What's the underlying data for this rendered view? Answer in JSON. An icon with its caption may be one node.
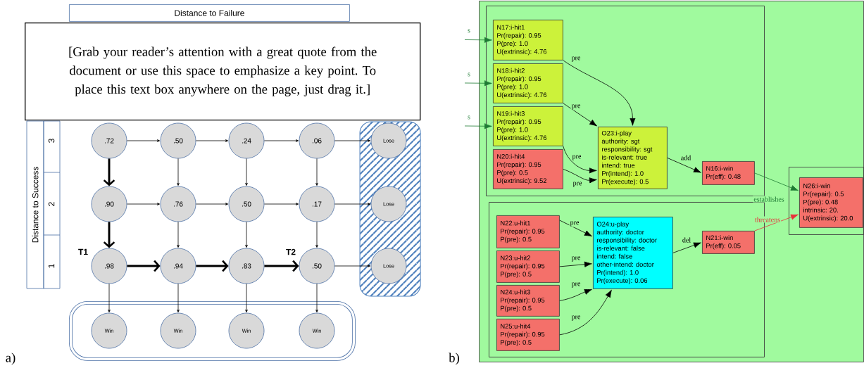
{
  "diagram": {
    "nodes": [
      {
        "text": [
          "Distance to Failure"
        ]
      },
      {
        "text": [
          "[Grab your reader’s attention with a great quote from the document or use this space to emphasize a key point. To place this text box anywhere on the page, just drag it.]"
        ]
      },
      {
        "text": [
          "Distance to Success"
        ]
      },
      {
        "text": [
          ".72"
        ]
      },
      {
        "text": [
          ".50"
        ]
      },
      {
        "text": [
          ".24"
        ]
      },
      {
        "text": [
          ".06"
        ]
      },
      {
        "text": [
          ".90"
        ]
      },
      {
        "text": [
          ".76"
        ]
      },
      {
        "text": [
          ".50"
        ]
      },
      {
        "text": [
          ".17"
        ]
      },
      {
        "text": [
          ".98"
        ],
        "beside": [
          "T1"
        ]
      },
      {
        "text": [
          ".94"
        ]
      },
      {
        "text": [
          ".83"
        ]
      },
      {
        "text": [
          ".50"
        ],
        "beside": [
          "T2"
        ]
      },
      {
        "text": [],
        "shape": "box"
      },
      {
        "text": [
          "Lose"
        ],
        "in": 15
      },
      {
        "text": [
          "Lose"
        ],
        "in": 15
      },
      {
        "text": [
          "Lose"
        ],
        "in": 15
      },
      {
        "text": [],
        "shape": "box"
      },
      {
        "text": [
          "Win"
        ],
        "in": 19
      },
      {
        "text": [
          "Win"
        ],
        "in": 19
      },
      {
        "text": [
          "Win"
        ],
        "in": 19
      },
      {
        "text": [
          "Win"
        ],
        "in": 19
      },
      {
        "text": [],
        "shape": "box"
      },
      {
        "text": [],
        "shape": "box",
        "in": 24
      },
      {
        "text": [
          "N17:i-hit1",
          "Pr(repair): 0.95",
          "P(pre): 1.0",
          "U(extrinsic): 4.76"
        ],
        "in": 25
      },
      {
        "text": [
          "N18:i-hit2",
          "Pr(repair): 0.95",
          "P(pre): 1.0",
          "U(extrinsic): 4.76"
        ],
        "in": 25
      },
      {
        "text": [
          "N19:i-hit3",
          "Pr(repair): 0.95",
          "P(pre): 1.0",
          "U(extrinsic): 4.76"
        ],
        "in": 25
      },
      {
        "text": [
          "N20:i-hit4",
          "Pr(repair): 0.95",
          "P(pre): 0.5",
          "U(extrinsic): 9.52"
        ],
        "in": 25
      },
      {
        "text": [
          "O23:i-play",
          "authority: sgt",
          "responsibility: sgt",
          "is-relevant: true",
          "intend: true",
          "Pr(intend): 1.0",
          "Pr(execute): 0.5"
        ],
        "in": 25
      },
      {
        "text": [
          "N16:i-win",
          "Pr(eff): 0.48"
        ],
        "in": 25
      },
      {
        "text": [],
        "shape": "box",
        "in": 24
      },
      {
        "text": [
          "N22:u-hit1",
          "Pr(repair): 0.95",
          "P(pre): 0.5"
        ],
        "in": 32
      },
      {
        "text": [
          "N23:u-hit2",
          "Pr(repair): 0.95",
          "P(pre): 0.5"
        ],
        "in": 32
      },
      {
        "text": [
          "N24:u-hit3",
          "Pr(repair): 0.95",
          "P(pre): 0.5"
        ],
        "in": 32
      },
      {
        "text": [
          "N25:u-hit4",
          "Pr(repair): 0.95",
          "P(pre): 0.5"
        ],
        "in": 32
      },
      {
        "text": [
          "O24:u-play",
          "authority: doctor",
          "responsibility: doctor",
          "is-relevant: false",
          "intend: false",
          "other-intend: doctor",
          "Pr(intend): 1.0",
          "Pr(execute): 0.06"
        ],
        "in": 32
      },
      {
        "text": [
          "N21:i-win",
          "Pr(eff): 0.05"
        ],
        "in": 32
      },
      {
        "text": [],
        "shape": "box",
        "in": 24
      },
      {
        "text": [
          "N26:i-win",
          "Pr(repair): 0.5",
          "P(pre): 0.48",
          "intrinsic: 20.",
          "U(extrinsic): 20.0"
        ],
        "in": 39
      }
    ],
    "edges": [
      {
        "from": 3,
        "to": 4,
        "arrow": "to"
      },
      {
        "from": 4,
        "to": 5,
        "arrow": "to"
      },
      {
        "from": 5,
        "to": 6,
        "arrow": "to"
      },
      {
        "from": 6,
        "to": 16,
        "arrow": "to"
      },
      {
        "from": 7,
        "to": 8,
        "arrow": "to"
      },
      {
        "from": 8,
        "to": 9,
        "arrow": "to"
      },
      {
        "from": 9,
        "to": 10,
        "arrow": "to"
      },
      {
        "from": 10,
        "to": 17,
        "arrow": "to"
      },
      {
        "from": 11,
        "to": 12,
        "arrow": "to",
        "style": "thick"
      },
      {
        "from": 12,
        "to": 13,
        "arrow": "to",
        "style": "thick"
      },
      {
        "from": 13,
        "to": 14,
        "arrow": "to",
        "style": "thick"
      },
      {
        "from": 14,
        "to": 18,
        "arrow": "to"
      },
      {
        "from": 3,
        "to": 7,
        "arrow": "to",
        "style": "thick"
      },
      {
        "from": 7,
        "to": 11,
        "arrow": "to",
        "style": "thick"
      },
      {
        "from": 4,
        "to": 8,
        "arrow": "to"
      },
      {
        "from": 8,
        "to": 12,
        "arrow": "to"
      },
      {
        "from": 5,
        "to": 9,
        "arrow": "to"
      },
      {
        "from": 9,
        "to": 13,
        "arrow": "to"
      },
      {
        "from": 6,
        "to": 10,
        "arrow": "to"
      },
      {
        "from": 10,
        "to": 14,
        "arrow": "to"
      },
      {
        "from": 11,
        "to": 20,
        "arrow": "to"
      },
      {
        "from": 12,
        "to": 21,
        "arrow": "to"
      },
      {
        "from": 13,
        "to": 22,
        "arrow": "to"
      },
      {
        "from": 14,
        "to": 23,
        "arrow": "to"
      },
      {
        "from": null,
        "to": 26,
        "arrow": "to",
        "label": "s",
        "color": "#1e7b34"
      },
      {
        "from": null,
        "to": 27,
        "arrow": "to",
        "label": "s",
        "color": "#1e7b34"
      },
      {
        "from": null,
        "to": 28,
        "arrow": "to",
        "label": "s",
        "color": "#1e7b34"
      },
      {
        "from": 26,
        "to": 30,
        "arrow": "to",
        "label": "pre"
      },
      {
        "from": 27,
        "to": 30,
        "arrow": "to",
        "label": "pre"
      },
      {
        "from": 28,
        "to": 30,
        "arrow": "to",
        "label": "pre"
      },
      {
        "from": 29,
        "to": 30,
        "arrow": "to",
        "label": "pre"
      },
      {
        "from": 30,
        "to": 31,
        "arrow": "to",
        "label": "add"
      },
      {
        "from": 31,
        "to": 40,
        "arrow": "to",
        "label": "establishes",
        "color": "#1e7b34"
      },
      {
        "from": 33,
        "to": 37,
        "arrow": "to",
        "label": "pre"
      },
      {
        "from": 34,
        "to": 37,
        "arrow": "to",
        "label": "pre"
      },
      {
        "from": 35,
        "to": 37,
        "arrow": "to",
        "label": "pre"
      },
      {
        "from": 36,
        "to": 37,
        "arrow": "to",
        "label": "pre"
      },
      {
        "from": 37,
        "to": 38,
        "arrow": "to",
        "label": "del"
      },
      {
        "from": 38,
        "to": 40,
        "arrow": "to",
        "label": "threatens",
        "color": "#e8303a"
      }
    ],
    "labels": [
      "3",
      "2",
      "1",
      "a)",
      "b)"
    ]
  }
}
